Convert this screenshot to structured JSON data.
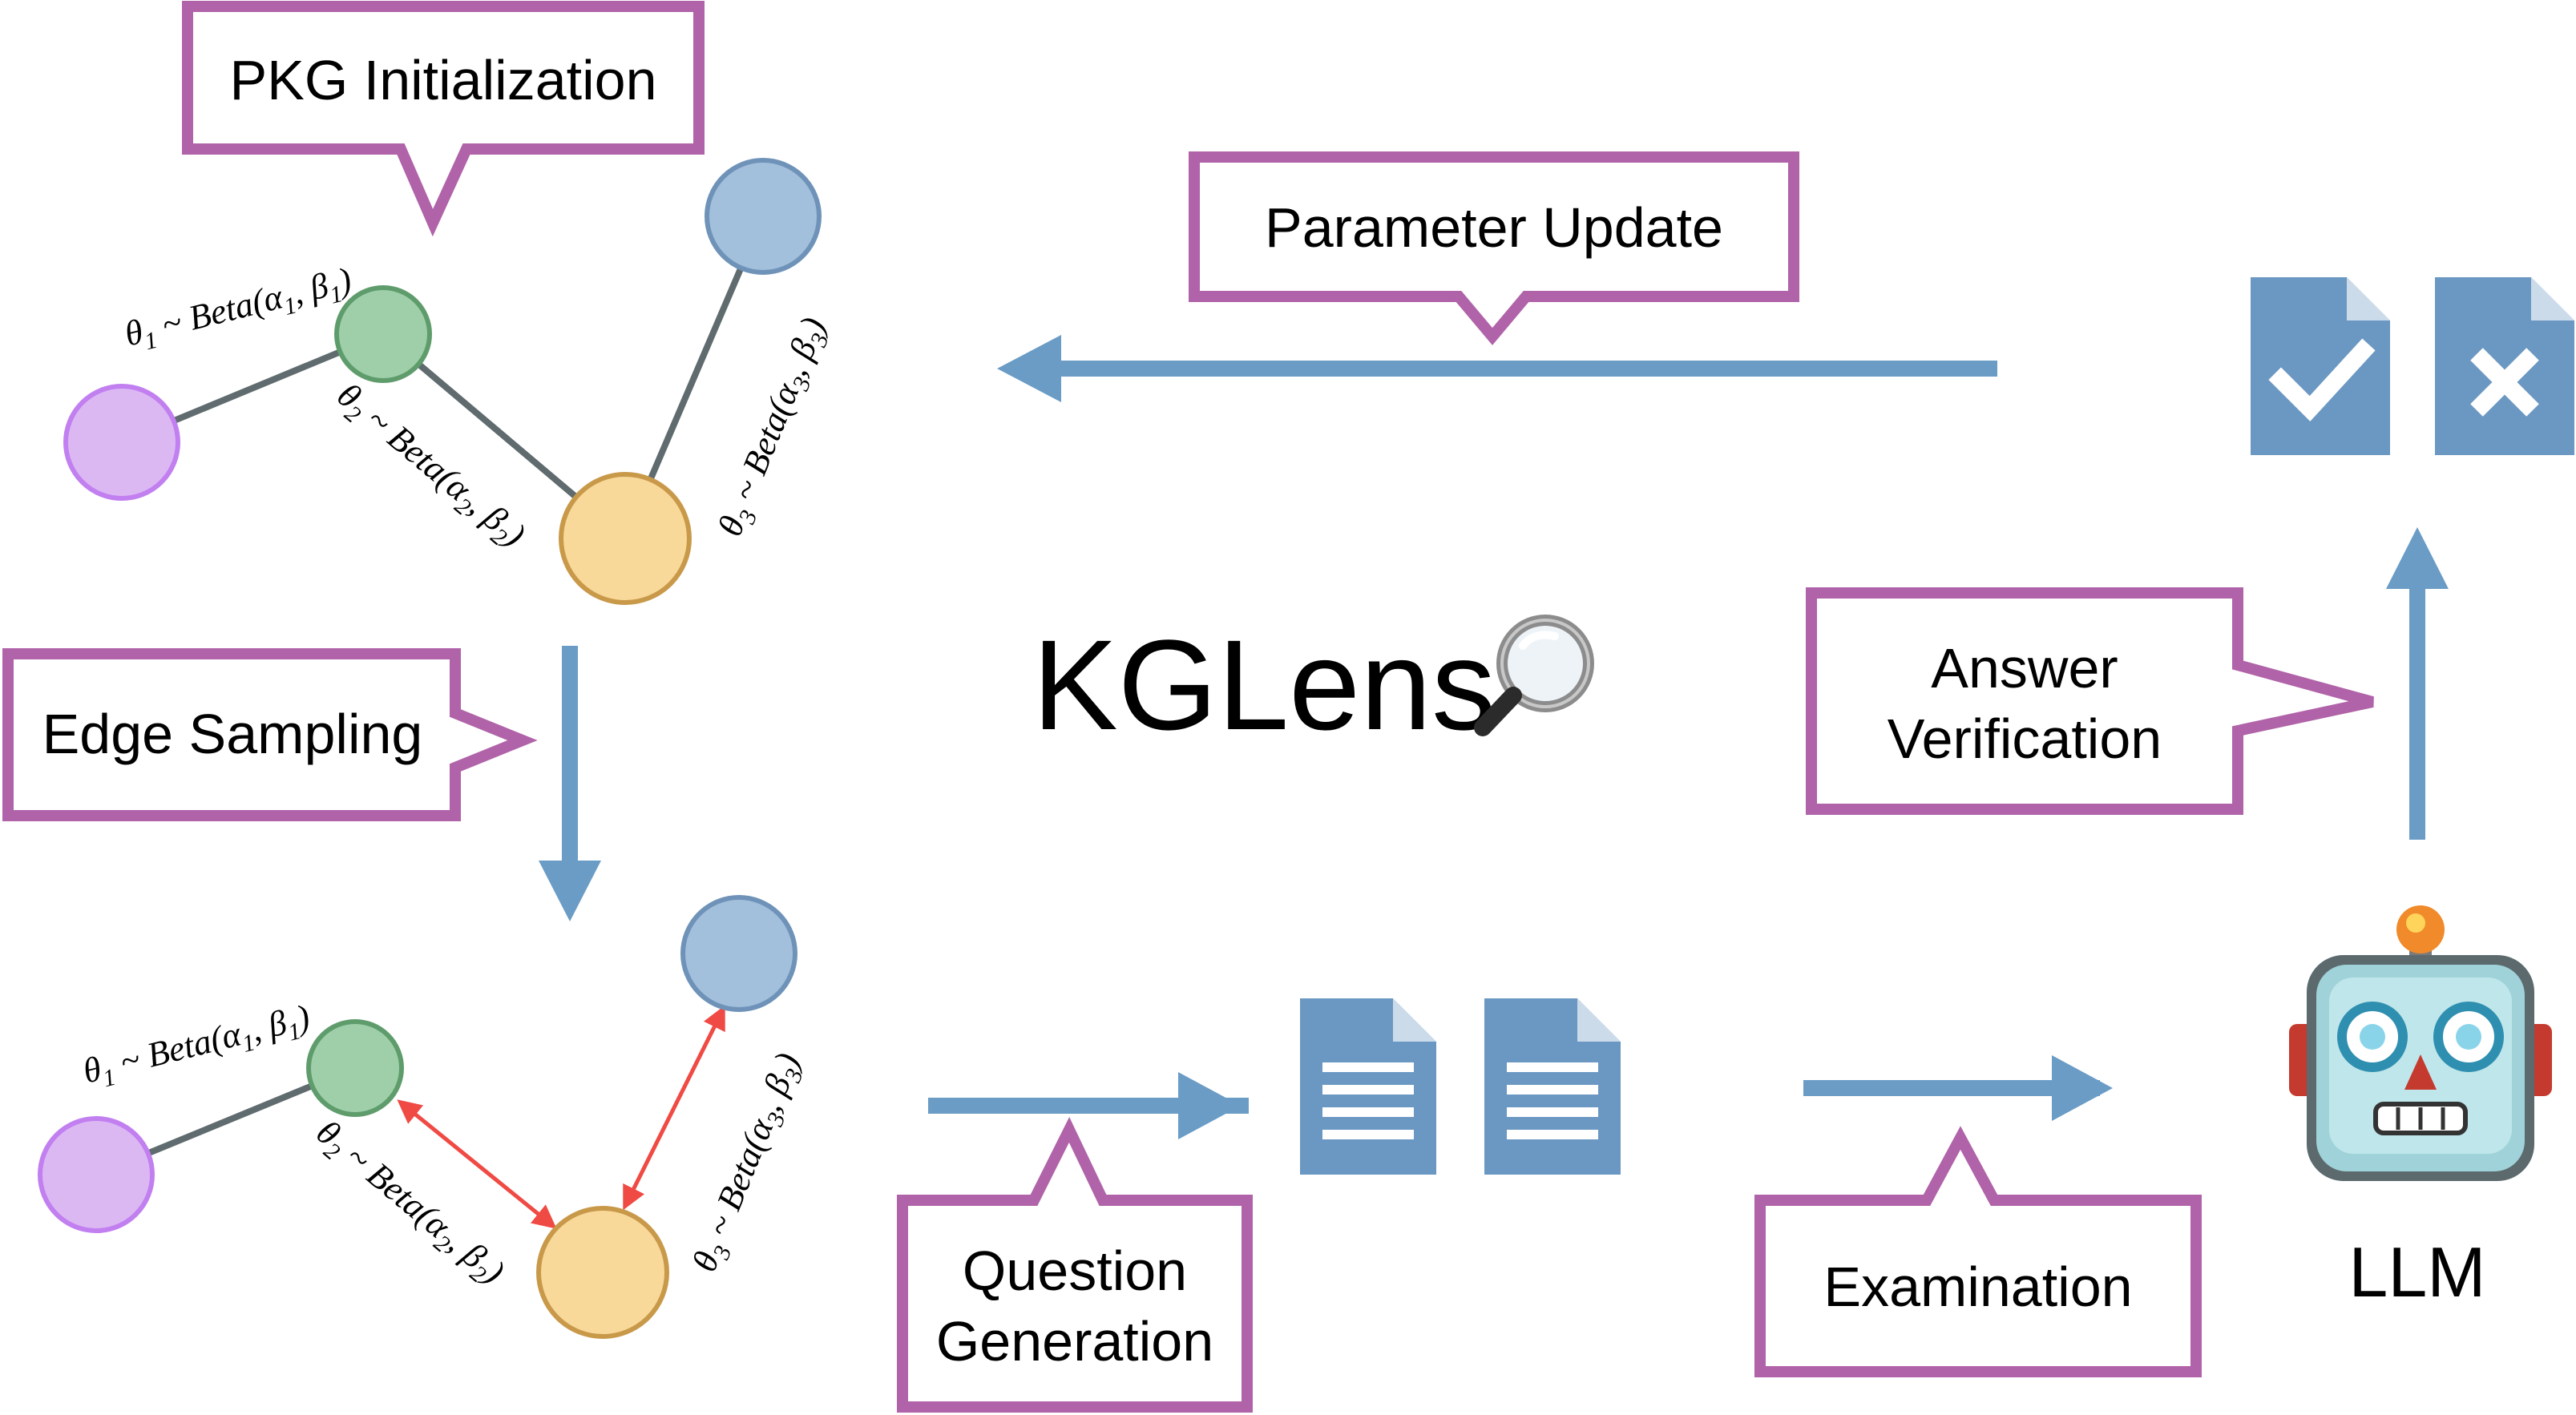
{
  "title": "KGLens",
  "callouts": {
    "pkg_init": "PKG Initialization",
    "param_update": "Parameter Update",
    "edge_sampling": "Edge Sampling",
    "answer_verif_1": "Answer",
    "answer_verif_2": "Verification",
    "question_gen_1": "Question",
    "question_gen_2": "Generation",
    "examination": "Examination"
  },
  "llm_label": "LLM",
  "edges": {
    "e1": {
      "theta": "θ",
      "sub": "1",
      "dist": "Beta(α",
      "alpha_sub": "1",
      "mid": ", β",
      "beta_sub": "1",
      "end": ")",
      "tilde": " ~ "
    },
    "e2": {
      "theta": "θ",
      "sub": "2",
      "dist": "Beta(α",
      "alpha_sub": "2",
      "mid": ", β",
      "beta_sub": "2",
      "end": ")",
      "tilde": " ~ "
    },
    "e3": {
      "theta": "θ",
      "sub": "3",
      "dist": "Beta(α",
      "alpha_sub": "3",
      "mid": ", β",
      "beta_sub": "3",
      "end": ")",
      "tilde": " ~ "
    }
  },
  "colors": {
    "callout_border": "#b063a8",
    "arrow": "#6a9cc6",
    "doc": "#6b98c2",
    "node_purple": "#dcb8f3",
    "node_green": "#9fcfa9",
    "node_blue": "#a2bfdc",
    "node_yellow": "#f8d99a",
    "sampled_edge": "#f04a44"
  },
  "icons": [
    "magnifier-icon",
    "document-icon",
    "document-check-icon",
    "document-cross-icon",
    "robot-icon"
  ]
}
